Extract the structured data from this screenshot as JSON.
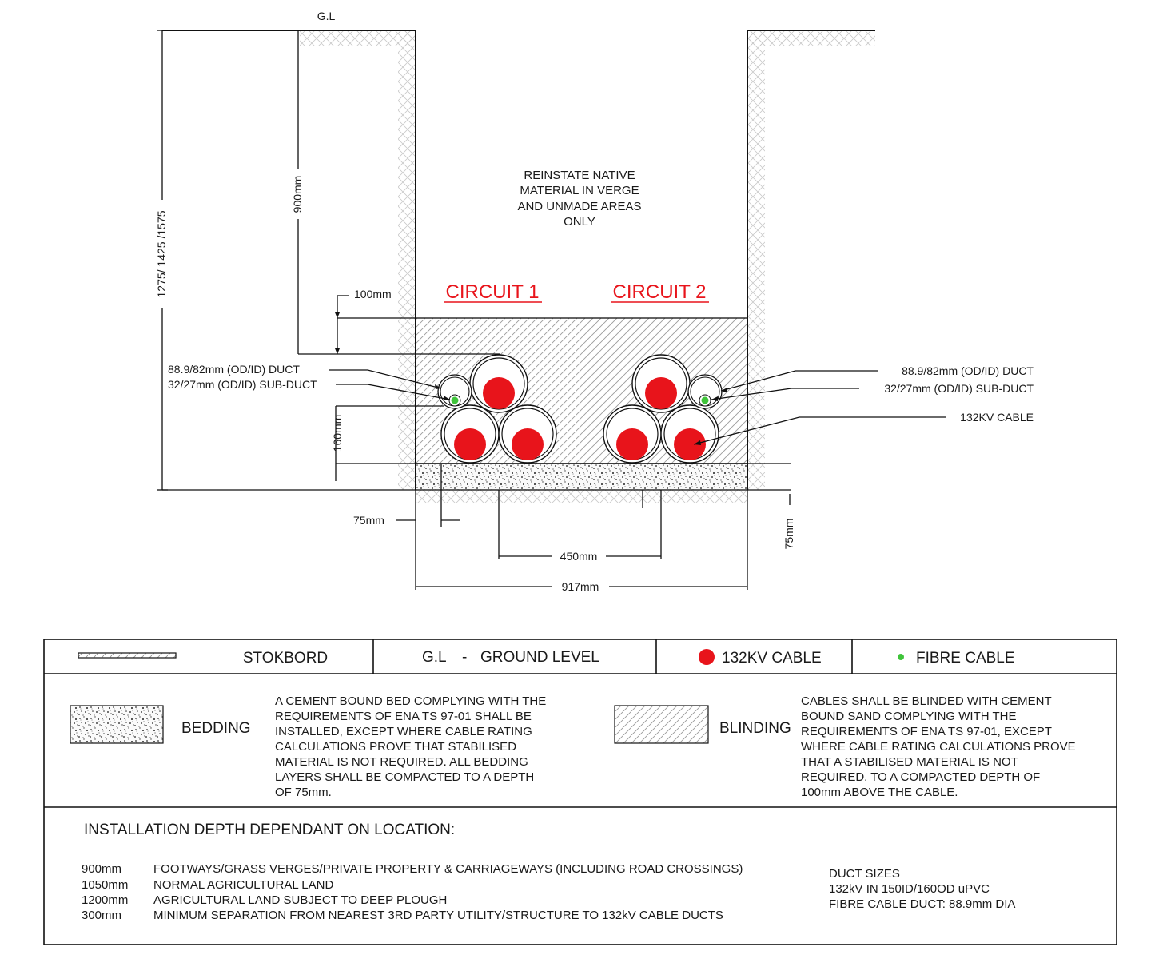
{
  "section": {
    "gl_label": "G.L",
    "reinstate_lines": [
      "REINSTATE NATIVE",
      "MATERIAL IN VERGE",
      "AND UNMADE AREAS",
      "ONLY"
    ],
    "circuit1": "CIRCUIT 1",
    "circuit2": "CIRCUIT 2",
    "dims": {
      "total_depth": "1275/ 1425 /1575",
      "cover": "900mm",
      "top_gap": "100mm",
      "stack": "160mm",
      "edge_left": "75mm",
      "bedding": "75mm",
      "spacing": "450mm",
      "width": "917mm"
    },
    "callouts": {
      "duct_left": "88.9/82mm (OD/ID) DUCT",
      "subduct_left": "32/27mm (OD/ID) SUB-DUCT",
      "duct_right": "88.9/82mm (OD/ID) DUCT",
      "subduct_right": "32/27mm (OD/ID) SUB-DUCT",
      "cable_right": "132KV CABLE"
    }
  },
  "legend": {
    "stokbord": "STOKBORD",
    "gl": "G.L",
    "gl_dash": "-",
    "gl_desc": "GROUND LEVEL",
    "cable": "132KV CABLE",
    "fibre": "FIBRE CABLE",
    "bedding": {
      "label": "BEDDING",
      "text_lines": [
        "A CEMENT BOUND BED COMPLYING WITH THE",
        "REQUIREMENTS OF ENA TS 97-01 SHALL BE",
        "INSTALLED, EXCEPT WHERE CABLE RATING",
        "CALCULATIONS PROVE THAT STABILISED",
        "MATERIAL IS NOT REQUIRED. ALL BEDDING",
        "LAYERS SHALL BE COMPACTED TO A DEPTH",
        "OF 75mm."
      ]
    },
    "blinding": {
      "label": "BLINDING",
      "text_lines": [
        "CABLES SHALL BE BLINDED WITH CEMENT",
        "BOUND SAND COMPLYING WITH THE",
        "REQUIREMENTS OF ENA TS 97-01, EXCEPT",
        "WHERE CABLE RATING CALCULATIONS PROVE",
        "THAT  A STABILISED MATERIAL IS NOT",
        "REQUIRED, TO A COMPACTED DEPTH OF",
        "100mm ABOVE THE CABLE."
      ]
    },
    "depth_title": "INSTALLATION DEPTH DEPENDANT ON LOCATION:",
    "depths": [
      {
        "depth": "900mm",
        "desc": "FOOTWAYS/GRASS  VERGES/PRIVATE PROPERTY & CARRIAGEWAYS (INCLUDING ROAD CROSSINGS)"
      },
      {
        "depth": "1050mm",
        "desc": "NORMAL AGRICULTURAL LAND"
      },
      {
        "depth": "1200mm",
        "desc": "AGRICULTURAL LAND SUBJECT TO DEEP PLOUGH"
      },
      {
        "depth": "300mm",
        "desc": "MINIMUM SEPARATION FROM NEAREST 3RD PARTY UTILITY/STRUCTURE TO 132kV CABLE DUCTS"
      }
    ],
    "duct_sizes": [
      "DUCT SIZES",
      "132kV IN 150ID/160OD uPVC",
      "FIBRE CABLE DUCT: 88.9mm DIA"
    ]
  },
  "colors": {
    "cable": "#e8141b",
    "fibre": "#3fc43a",
    "circuit_label": "#e8141b"
  }
}
